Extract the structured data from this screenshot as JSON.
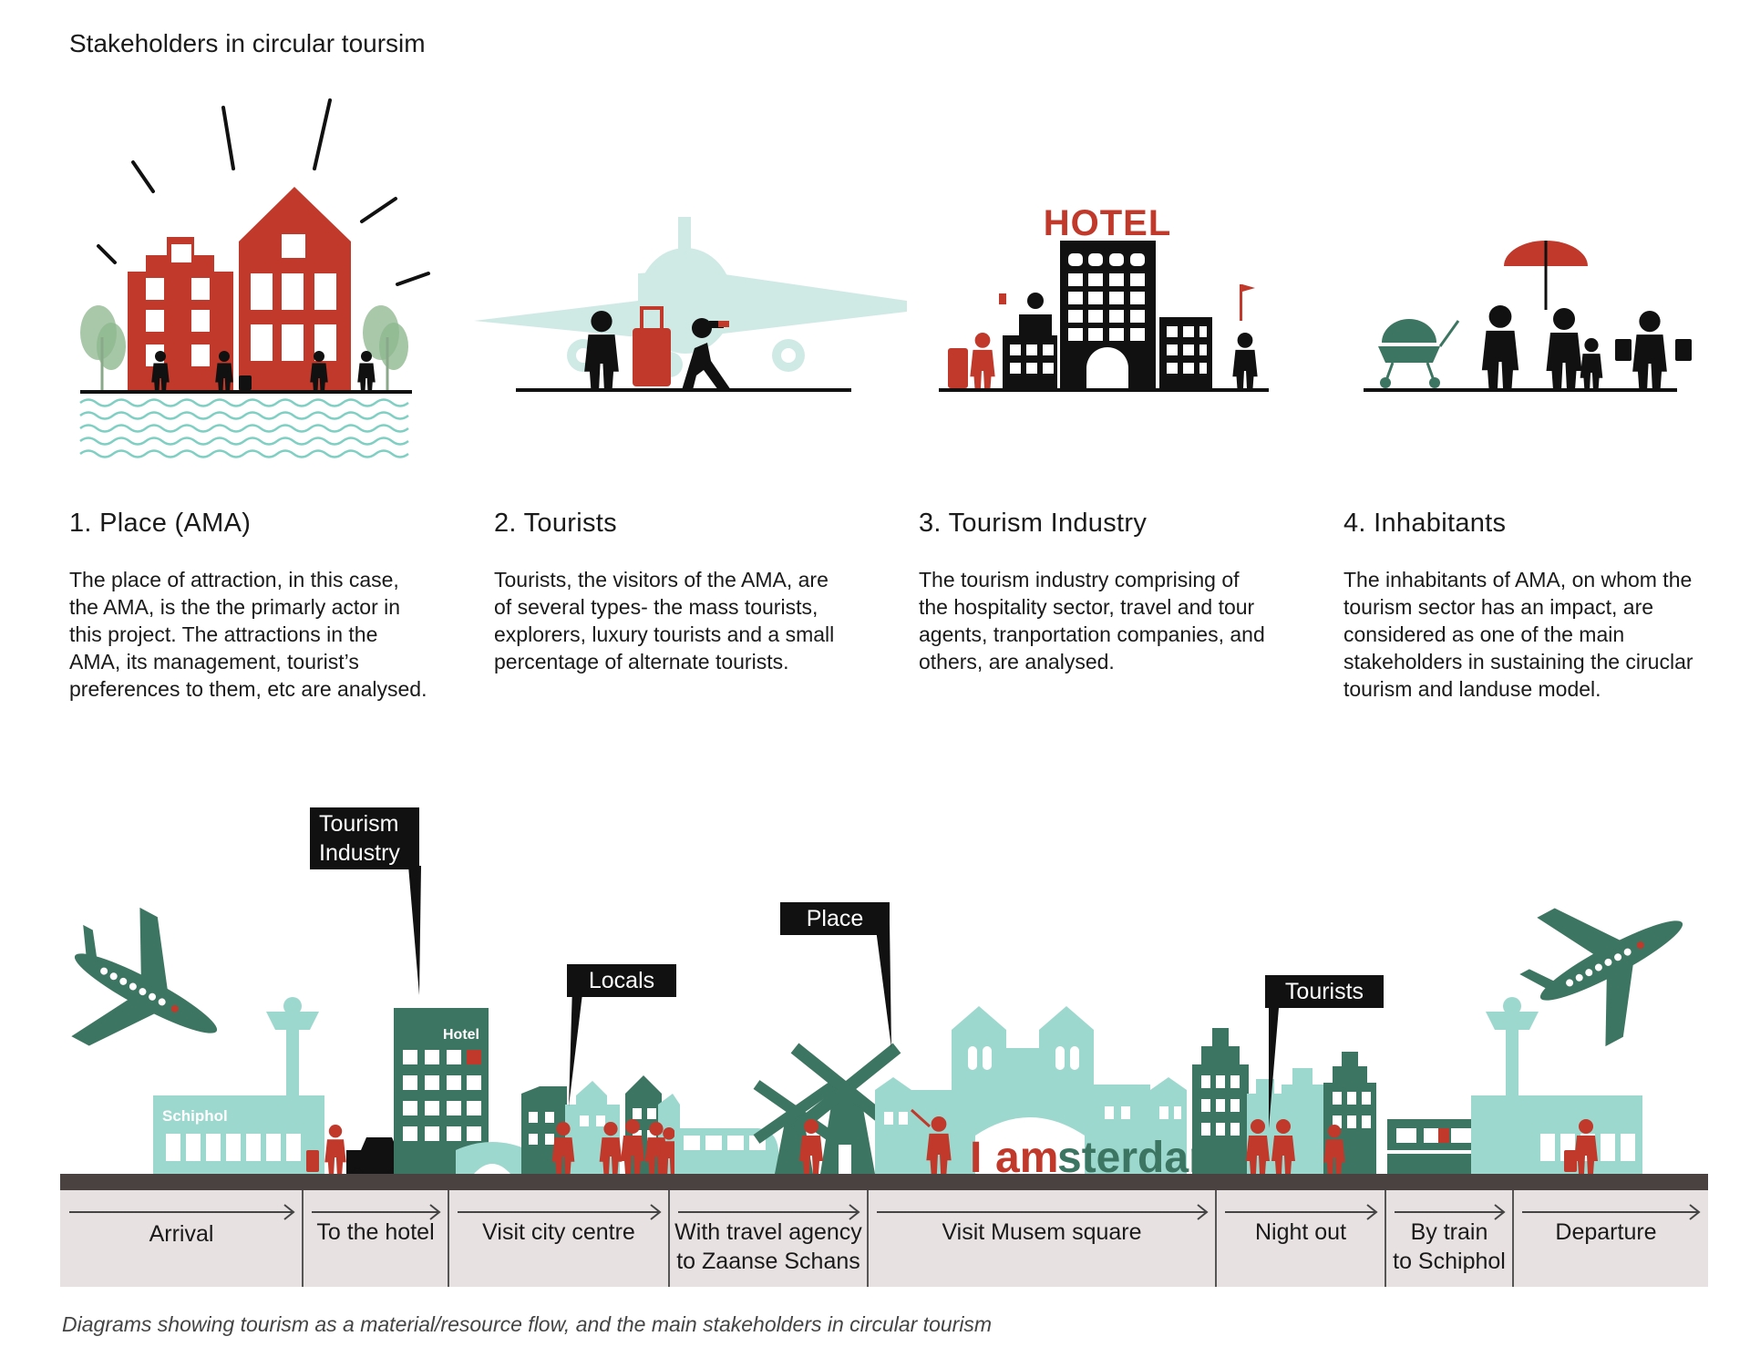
{
  "title": "Stakeholders in circular toursim",
  "colors": {
    "red": "#c0392b",
    "teal": "#9dd8cf",
    "green": "#3d7563",
    "black": "#111111",
    "road": "#4a4141",
    "band": "#e7e1e1"
  },
  "stakeholders": [
    {
      "heading": "1. Place (AMA)",
      "text": "The place of attraction, in this case, the AMA, is the the primarly actor in this project. The attractions in the AMA, its management, tourist’s preferences to them, etc are analysed."
    },
    {
      "heading": "2. Tourists",
      "text": "Tourists, the visitors of the AMA, are of several types- the mass tourists, explorers, luxury tourists and a small percentage of alternate tourists."
    },
    {
      "heading": "3. Tourism Industry",
      "text": "The tourism industry comprising of the hospitality sector, travel and tour agents, tranportation companies, and others, are analysed."
    },
    {
      "heading": "4. Inhabitants",
      "text": "The inhabitants of AMA, on whom the tourism sector has an impact, are considered as one of the main stakeholders in sustaining the ciruclar tourism and landuse model."
    }
  ],
  "icon_labels": {
    "hotel_sign": "HOTEL",
    "hotel_small": "Hotel",
    "schiphol": "Schiphol",
    "i_letter": "I",
    "am_letters": "am",
    "sterdam_letters": "sterdam"
  },
  "callouts": {
    "industry_line1": "Tourism",
    "industry_line2": "Industry",
    "place": "Place",
    "locals": "Locals",
    "tourists": "Tourists"
  },
  "stages": [
    {
      "line1": "Arrival",
      "line2": ""
    },
    {
      "line1": "To the hotel",
      "line2": ""
    },
    {
      "line1": "Visit city centre",
      "line2": ""
    },
    {
      "line1": "With travel agency",
      "line2": "to Zaanse Schans"
    },
    {
      "line1": "Visit Musem square",
      "line2": ""
    },
    {
      "line1": "Night out",
      "line2": ""
    },
    {
      "line1": "By train",
      "line2": "to Schiphol"
    },
    {
      "line1": "Departure",
      "line2": ""
    }
  ],
  "caption": "Diagrams showing tourism as a material/resource flow, and the main stakeholders in circular tourism"
}
